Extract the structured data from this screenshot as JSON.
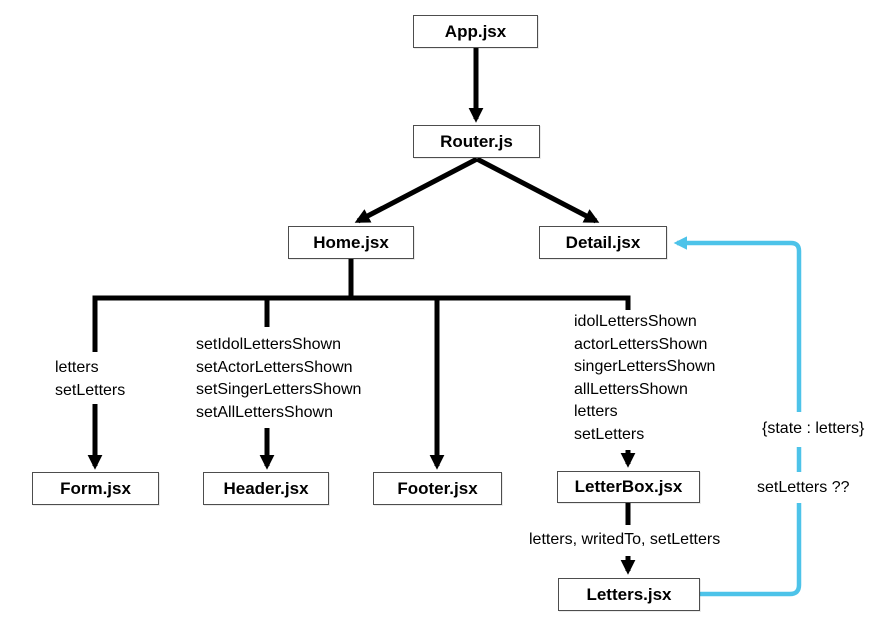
{
  "nodes": {
    "app": "App.jsx",
    "router": "Router.js",
    "home": "Home.jsx",
    "detail": "Detail.jsx",
    "form": "Form.jsx",
    "header": "Header.jsx",
    "footer": "Footer.jsx",
    "letterbox": "LetterBox.jsx",
    "letters": "Letters.jsx"
  },
  "edge_labels": {
    "home_to_form": [
      "letters",
      "setLetters"
    ],
    "home_to_header": [
      "setIdolLettersShown",
      "setActorLettersShown",
      "setSingerLettersShown",
      "setAllLettersShown"
    ],
    "home_to_letterbox": [
      "idolLettersShown",
      "actorLettersShown",
      "singerLettersShown",
      "allLettersShown",
      "letters",
      "setLetters"
    ],
    "letterbox_to_letters": "letters, writedTo, setLetters",
    "feedback_state": "{state : letters}",
    "feedback_setletters": "setLetters ??"
  },
  "colors": {
    "edge": "#000000",
    "feedback": "#4DC3E9",
    "node_border": "#4d4d4d",
    "node_fill": "#ffffff"
  }
}
